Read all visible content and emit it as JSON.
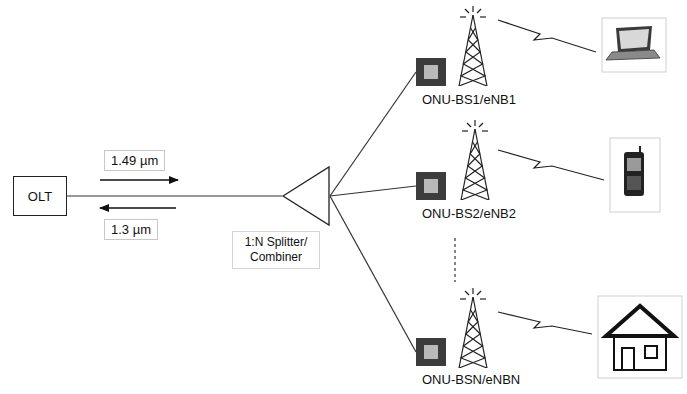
{
  "diagram": {
    "nodes": [
      {
        "text": [
          "OLT"
        ]
      },
      {
        "text": [
          "1:N Splitter/ Combiner"
        ]
      },
      {
        "text": [
          "ONU-BS1/eNB1"
        ]
      },
      {
        "text": [
          "ONU-BS2/eNB2"
        ]
      },
      {
        "text": [
          "ONU-BSN/eNBN"
        ]
      }
    ],
    "edges": [
      {
        "from": 0,
        "to": 1,
        "arrow": "none"
      },
      {
        "from": 1,
        "to": 2,
        "arrow": "none"
      },
      {
        "from": 1,
        "to": 3,
        "arrow": "none"
      },
      {
        "from": 1,
        "to": 4,
        "arrow": "none"
      }
    ],
    "labels": [
      "1.49 µm",
      "1.3 µm"
    ]
  }
}
